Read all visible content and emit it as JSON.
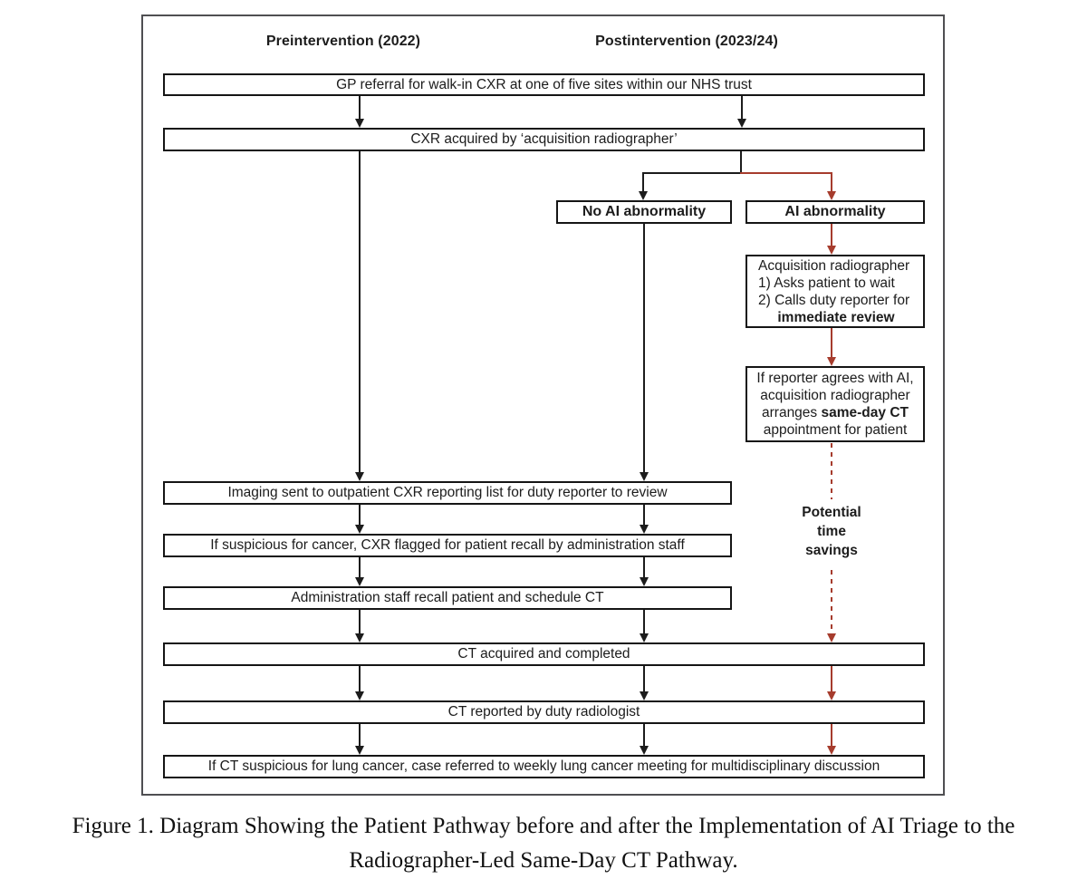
{
  "figure": {
    "headers": {
      "preintervention": "Preintervention (2022)",
      "postintervention": "Postintervention (2023/24)"
    },
    "boxes": {
      "gp_referral": "GP referral for walk-in CXR at one of five sites within our NHS trust",
      "cxr_acquired": "CXR acquired by ‘acquisition radiographer’",
      "no_ai_abnormality": "No AI abnormality",
      "ai_abnormality": "AI abnormality",
      "acquisition_radiographer": {
        "line1": "Acquisition radiographer",
        "line2": "1) Asks patient to wait",
        "line3": "2) Calls duty reporter for",
        "line4_bold": "immediate review"
      },
      "reporter_agrees": {
        "line1": "If reporter agrees with AI,",
        "line2": "acquisition radiographer",
        "line3_prefix": "arranges",
        "line3_bold": "same-day CT",
        "line4": "appointment for patient"
      },
      "imaging_sent": "Imaging sent to outpatient CXR reporting list for duty reporter to review",
      "cxr_flagged": "If suspicious for cancer, CXR flagged for patient recall by administration staff",
      "admin_recall": "Administration staff recall patient and schedule CT",
      "ct_acquired": "CT acquired and completed",
      "ct_reported": "CT reported by duty radiologist",
      "mdt_referral": "If CT suspicious for lung cancer, case referred to weekly lung cancer meeting for multidisciplinary discussion"
    },
    "annotations": {
      "potential_time_savings": "Potential\ntime\nsavings"
    },
    "colors": {
      "line_black": "#1c1c1c",
      "line_red": "#a63c2d",
      "frame_border": "#4f4f52"
    }
  },
  "caption": {
    "text": "Figure 1.  Diagram Showing the Patient Pathway before and after the Implementation of AI Triage to the\nRadiographer-Led Same-Day CT Pathway."
  }
}
